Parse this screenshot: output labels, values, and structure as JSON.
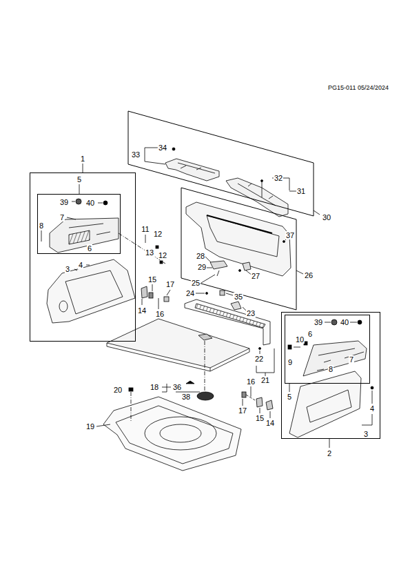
{
  "diagram": {
    "nodes": [
      {
        "text": [
          "30"
        ]
      },
      {
        "text": [
          "26"
        ]
      },
      {
        "text": [
          "1"
        ]
      },
      {
        "text": [
          "5"
        ],
        "in": 2
      },
      {
        "text": [
          "2"
        ]
      },
      {
        "text": [
          "5"
        ],
        "in": 4
      }
    ],
    "labels": [
      "PG15-011 05/24/2024",
      "34",
      "33",
      "32",
      "31",
      "39",
      "40",
      "7",
      "8",
      "11",
      "12",
      "37",
      "6",
      "13",
      "12",
      "28",
      "4",
      "3",
      "29",
      "27",
      "15",
      "25",
      "17",
      "24",
      "35",
      "14",
      "23",
      "16",
      "39",
      "40",
      "6",
      "10",
      "22",
      "7",
      "9",
      "8",
      "21",
      "16",
      "18",
      "36",
      "20",
      "38",
      "4",
      "17",
      "15",
      "14",
      "19",
      "3"
    ]
  }
}
